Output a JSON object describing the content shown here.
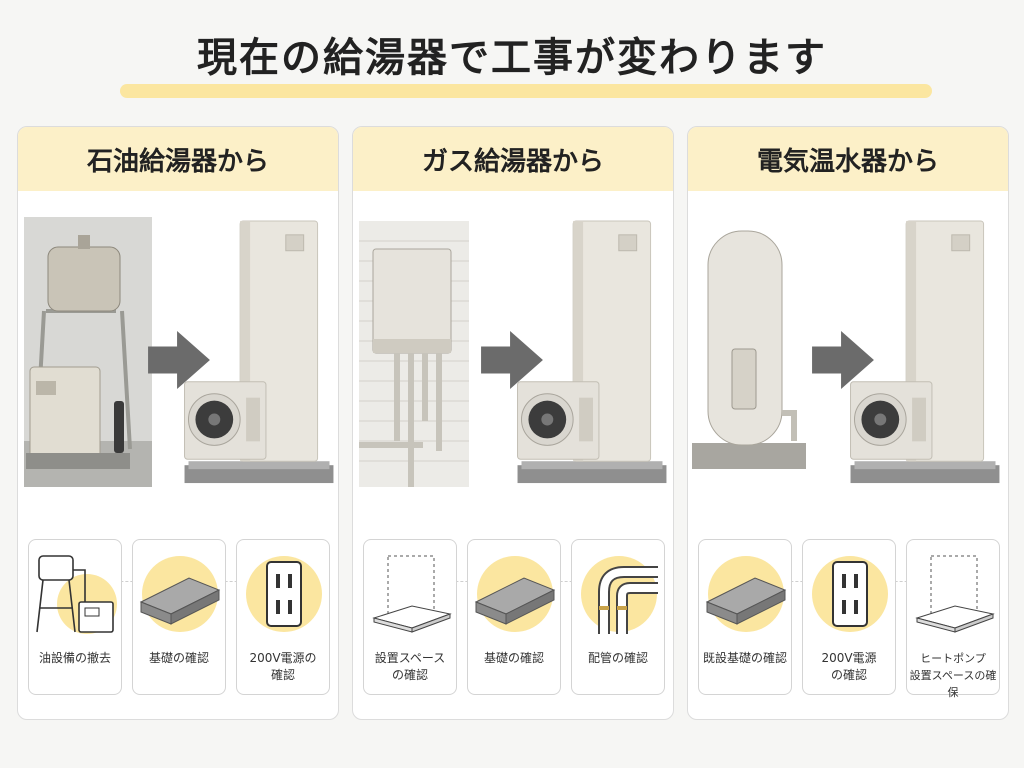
{
  "title": "現在の給湯器で工事が変わります",
  "colors": {
    "accent": "#fbe6a0",
    "header": "#fcf0c8",
    "arrow": "#6b6b6b",
    "unit": "#e6e3dc"
  },
  "panels": [
    {
      "heading": "石油給湯器から",
      "icons": [
        "oil-tank-removal-icon",
        "foundation-icon",
        "outlet-icon"
      ],
      "cards": [
        "油設備の撤去",
        "基礎の確認",
        "200V電源の\n確認"
      ]
    },
    {
      "heading": "ガス給湯器から",
      "icons": [
        "installation-space-icon",
        "foundation-icon",
        "piping-icon"
      ],
      "cards": [
        "設置スペース\nの確認",
        "基礎の確認",
        "配管の確認"
      ]
    },
    {
      "heading": "電気温水器から",
      "icons": [
        "foundation-icon",
        "outlet-icon",
        "installation-space-icon"
      ],
      "cards": [
        "既設基礎の確認",
        "200V電源\nの確認",
        "ヒートポンプ\n設置スペースの確保"
      ]
    }
  ]
}
